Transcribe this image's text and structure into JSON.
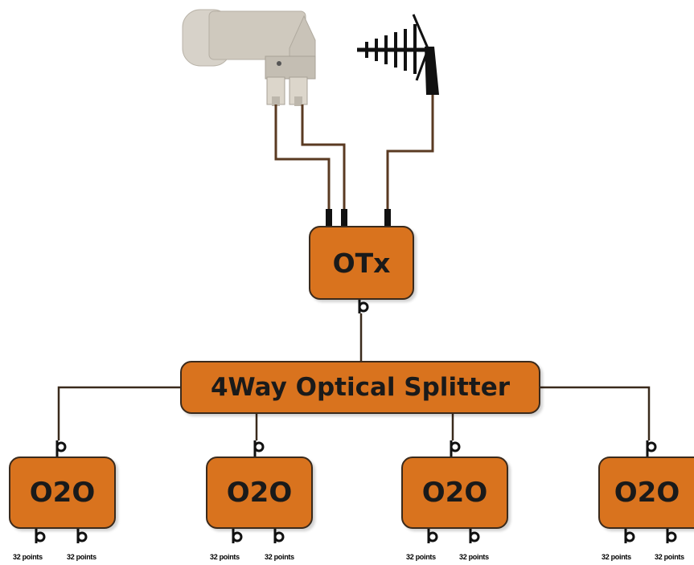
{
  "nodes": {
    "otx": "OTx",
    "splitter": "4Way Optical Splitter",
    "o2o": [
      "O2O",
      "O2O",
      "O2O",
      "O2O"
    ]
  },
  "outputs": [
    [
      "32 points",
      "32 points"
    ],
    [
      "32 points",
      "32 points"
    ],
    [
      "32 points",
      "32 points"
    ],
    [
      "32 points",
      "32 points"
    ]
  ],
  "icons": {
    "lnb": "satellite-lnb-icon",
    "antenna": "terrestrial-antenna-icon",
    "connector": "fibre-connector-icon"
  },
  "colors": {
    "box_fill": "#d9731e",
    "box_border": "#3a2a1c",
    "coax_line": "#5a3a22",
    "lnb_body": "#cfc9be"
  }
}
